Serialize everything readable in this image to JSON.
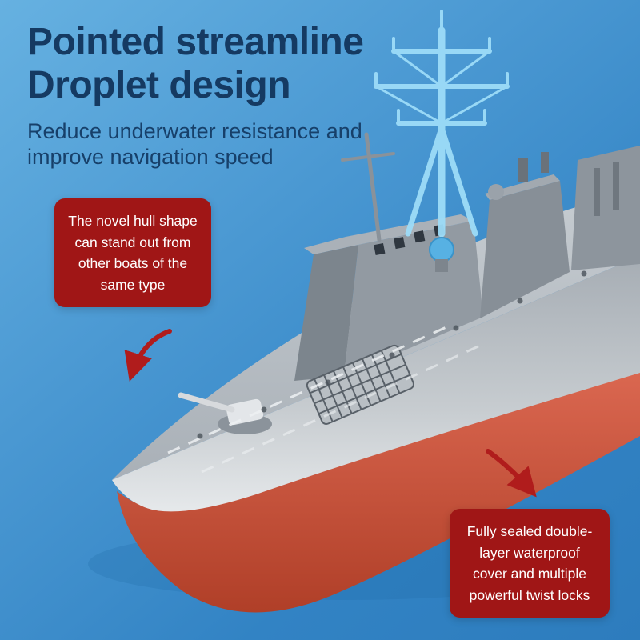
{
  "page": {
    "background_colors": [
      "#66b1e1",
      "#4a98d2",
      "#2d7cbd"
    ],
    "accent_red": "#a01616",
    "title_navy": "#153a62"
  },
  "header": {
    "title_lines": [
      "Pointed streamline",
      "Droplet design"
    ],
    "subtitle_lines": [
      "Reduce underwater resistance and",
      "improve navigation speed"
    ]
  },
  "callouts": [
    {
      "name": "hull-shape",
      "lines": [
        "The novel hull shape",
        "can stand out from",
        "other boats of the",
        "same type"
      ],
      "arrow_icon": "curved-arrow-down-left"
    },
    {
      "name": "waterproof-cover",
      "lines": [
        "Fully sealed double-",
        "layer waterproof",
        "cover and multiple",
        "powerful twist locks"
      ],
      "arrow_icon": "curved-arrow-down-right"
    }
  ],
  "illustration": {
    "name": "rc-warship-toy",
    "parts": [
      "blue-radar-mast",
      "bridge-superstructure",
      "gun-turret",
      "deck-hatch-grid",
      "gray-hull",
      "red-lower-hull"
    ],
    "hull_gray": "#a6adb4",
    "hull_red": "#cf5340",
    "mast_blue": "#9ddcf8"
  }
}
